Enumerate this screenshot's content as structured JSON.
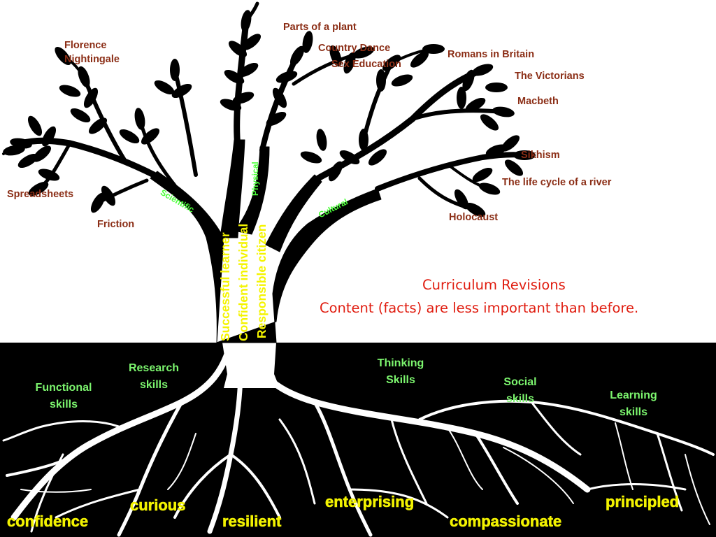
{
  "colors": {
    "ink": "#000000",
    "paper": "#ffffff",
    "topic": "#8b2e16",
    "branch": "#4cff3a",
    "skill": "#7cf56e",
    "attribute": "#f2f200",
    "title": "#e01d10"
  },
  "topics": {
    "parts_of_a_plant": "Parts of a plant",
    "country_dance": "Country Dance",
    "sex_education": "Sex Education",
    "florence_1": "Florence",
    "florence_2": "Nightingale",
    "romans_in_britain": "Romans in Britain",
    "the_victorians": "The Victorians",
    "macbeth": "Macbeth",
    "sikhism": "Sikhism",
    "river": "The life cycle of a river",
    "spreadsheets": "Spreadsheets",
    "friction": "Friction",
    "holocaust": "Holocaust"
  },
  "branches": {
    "scientific": "Scientific",
    "physical": "Physical",
    "cultural": "Cultural"
  },
  "trunk": {
    "line1": "Successful learner",
    "line2": "Confident individual",
    "line3": "Responsible citizen"
  },
  "title": {
    "line1": "Curriculum Revisions",
    "line2": "Content (facts) are less important than before."
  },
  "skills": {
    "research": [
      "Research",
      "skills"
    ],
    "functional": [
      "Functional",
      "skills"
    ],
    "thinking": [
      "Thinking",
      "Skills"
    ],
    "social": [
      "Social",
      "skills"
    ],
    "learning": [
      "Learning",
      "skills"
    ]
  },
  "attributes": {
    "curious": "curious",
    "enterprising": "enterprising",
    "principled": "principled",
    "confidence": "confidence",
    "resilient": "resilient",
    "compassionate": "compassionate"
  }
}
